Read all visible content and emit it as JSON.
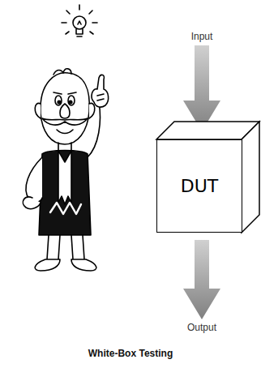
{
  "diagram": {
    "caption": "White-Box Testing",
    "nodes": [
      {
        "text": [
          "DUT"
        ]
      }
    ],
    "labels": [
      "Input",
      "Output"
    ]
  }
}
